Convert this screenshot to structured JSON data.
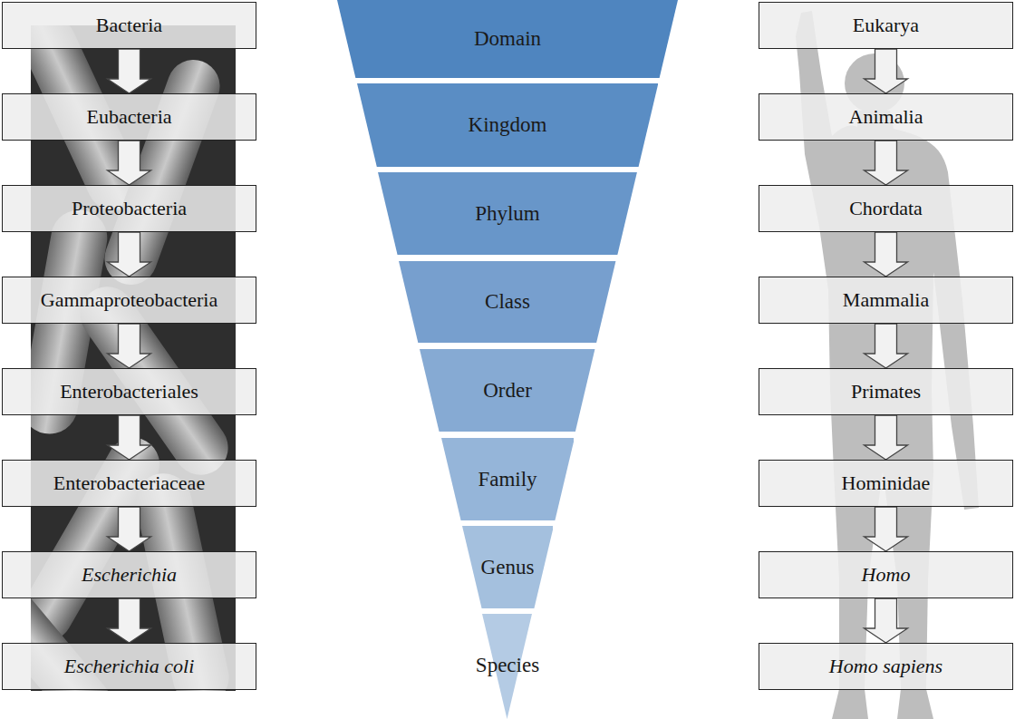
{
  "diagram": {
    "nodes": [
      {
        "text": [
          "Bacteria"
        ]
      },
      {
        "text": [
          "Eubacteria"
        ]
      },
      {
        "text": [
          "Proteobacteria"
        ]
      },
      {
        "text": [
          "Gammaproteobacteria"
        ]
      },
      {
        "text": [
          "Enterobacteriales"
        ]
      },
      {
        "text": [
          "Enterobacteriaceae"
        ]
      },
      {
        "text": [
          "Escherichia"
        ]
      },
      {
        "text": [
          "Escherichia coli"
        ]
      },
      {
        "text": [
          "Domain"
        ]
      },
      {
        "text": [
          "Kingdom"
        ]
      },
      {
        "text": [
          "Phylum"
        ]
      },
      {
        "text": [
          "Class"
        ]
      },
      {
        "text": [
          "Order"
        ]
      },
      {
        "text": [
          "Family"
        ]
      },
      {
        "text": [
          "Genus"
        ]
      },
      {
        "text": [
          "Species"
        ]
      },
      {
        "text": [
          "Eukarya"
        ]
      },
      {
        "text": [
          "Animalia"
        ]
      },
      {
        "text": [
          "Chordata"
        ]
      },
      {
        "text": [
          "Mammalia"
        ]
      },
      {
        "text": [
          "Primates"
        ]
      },
      {
        "text": [
          "Hominidae"
        ]
      },
      {
        "text": [
          "Homo"
        ]
      },
      {
        "text": [
          "Homo sapiens"
        ]
      }
    ],
    "edges": [
      {
        "from": 0,
        "to": 1,
        "arrow": "to"
      },
      {
        "from": 1,
        "to": 2,
        "arrow": "to"
      },
      {
        "from": 2,
        "to": 3,
        "arrow": "to"
      },
      {
        "from": 3,
        "to": 4,
        "arrow": "to"
      },
      {
        "from": 4,
        "to": 5,
        "arrow": "to"
      },
      {
        "from": 5,
        "to": 6,
        "arrow": "to"
      },
      {
        "from": 6,
        "to": 7,
        "arrow": "to"
      },
      {
        "from": 16,
        "to": 17,
        "arrow": "to"
      },
      {
        "from": 17,
        "to": 18,
        "arrow": "to"
      },
      {
        "from": 18,
        "to": 19,
        "arrow": "to"
      },
      {
        "from": 19,
        "to": 20,
        "arrow": "to"
      },
      {
        "from": 20,
        "to": 21,
        "arrow": "to"
      },
      {
        "from": 21,
        "to": 22,
        "arrow": "to"
      },
      {
        "from": 22,
        "to": 23,
        "arrow": "to"
      }
    ]
  }
}
